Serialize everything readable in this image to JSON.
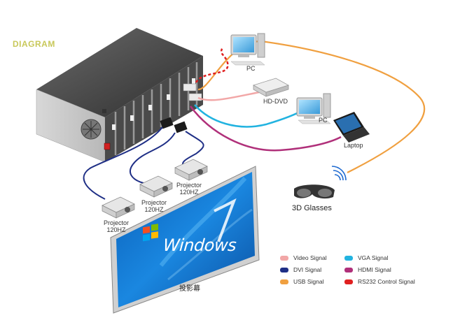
{
  "title": "DIAGRAM",
  "devices": {
    "pc_top": "PC",
    "hd_dvd": "HD-DVD",
    "pc_mid": "PC",
    "laptop": "Laptop",
    "glasses": "3D Glasses",
    "screen": "投影幕"
  },
  "projectors": [
    {
      "line1": "Projector",
      "line2": "120HZ"
    },
    {
      "line1": "Projector",
      "line2": "120HZ"
    },
    {
      "line1": "Projector",
      "line2": "120HZ"
    }
  ],
  "screen_logo": "Windows",
  "legend": [
    {
      "label": "Video Signal",
      "color": "#f2a7a7"
    },
    {
      "label": "VGA Signal",
      "color": "#22b3e0"
    },
    {
      "label": "DVI Signal",
      "color": "#1f2f86"
    },
    {
      "label": "HDMI Signal",
      "color": "#b0307a"
    },
    {
      "label": "USB Signal",
      "color": "#f0a040"
    },
    {
      "label": "RS232 Control Signal",
      "color": "#e02020"
    }
  ]
}
